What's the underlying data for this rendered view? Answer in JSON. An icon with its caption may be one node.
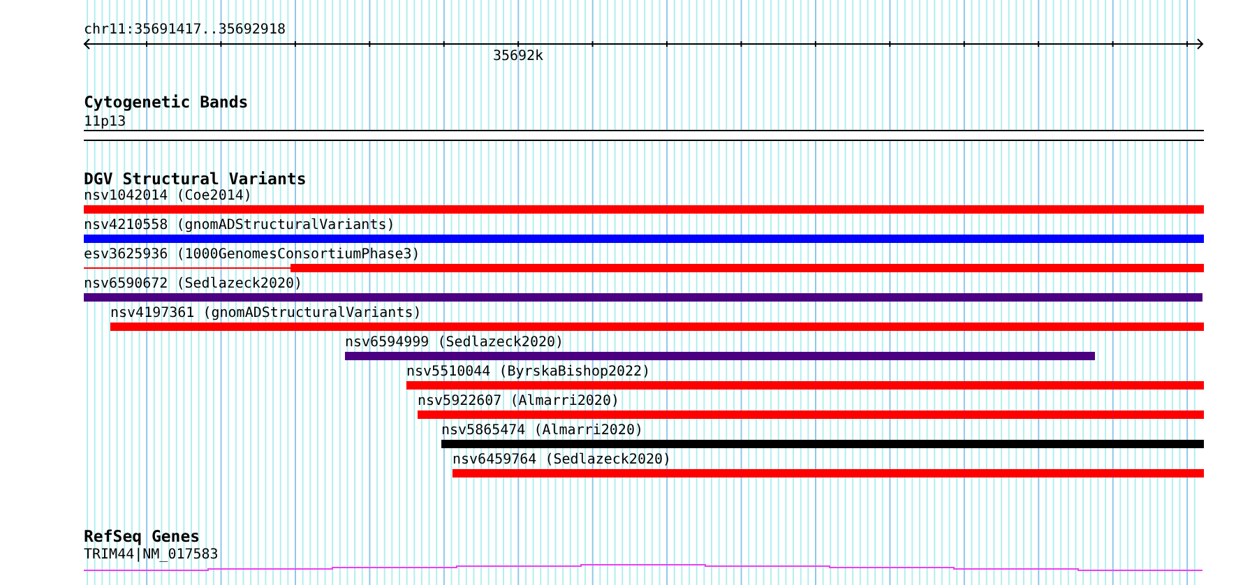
{
  "diagram": {
    "nodes": [
      {
        "text": [
          "11p13"
        ]
      },
      {
        "text": [
          "nsv1042014 (Coe2014)"
        ]
      },
      {
        "text": [
          "nsv4210558 (gnomADStructuralVariants)"
        ]
      },
      {
        "text": [
          "esv3625936 (1000GenomesConsortiumPhase3)"
        ]
      },
      {
        "text": [
          "nsv6590672 (Sedlazeck2020)"
        ]
      },
      {
        "text": [
          "nsv4197361 (gnomADStructuralVariants)"
        ]
      },
      {
        "text": [
          "nsv6594999 (Sedlazeck2020)"
        ]
      },
      {
        "text": [
          "nsv5510044 (ByrskaBishop2022)"
        ]
      },
      {
        "text": [
          "nsv5922607 (Almarri2020)"
        ]
      },
      {
        "text": [
          "nsv5865474 (Almarri2020)"
        ]
      },
      {
        "text": [
          "nsv6459764 (Sedlazeck2020)"
        ]
      },
      {
        "text": [
          "TRIM44|NM_017583"
        ]
      }
    ],
    "labels": [
      "chr11:35691417..35692918",
      "35692k",
      "Cytogenetic Bands",
      "DGV Structural Variants",
      "RefSeq Genes"
    ]
  }
}
